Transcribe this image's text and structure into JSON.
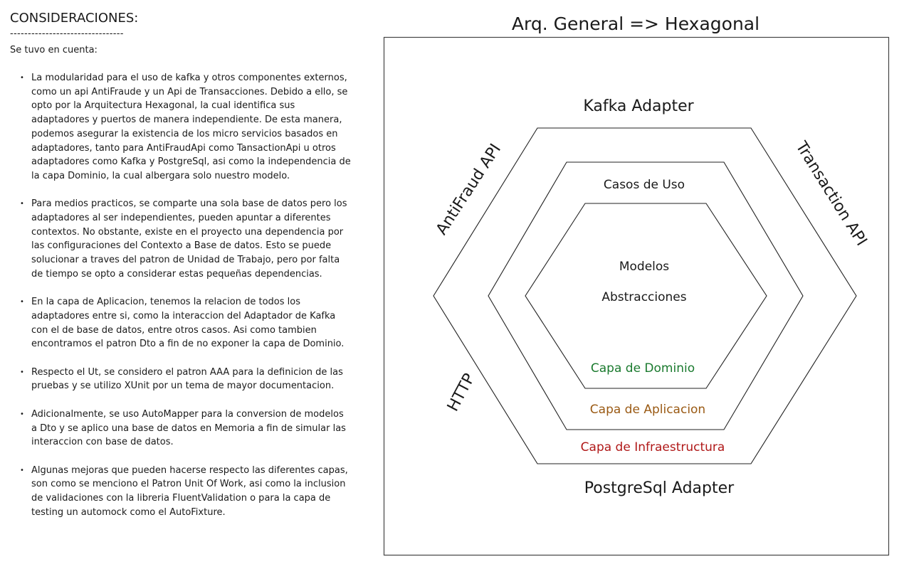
{
  "considerations": {
    "heading": "CONSIDERACIONES:",
    "divider": "--------------------------------",
    "intro": "Se tuvo en cuenta:",
    "points": [
      "La modularidad para el uso de kafka y otros componentes externos, como un api AntiFraude y un Api de Transacciones. Debido a ello, se opto por la Arquitectura Hexagonal, la cual identifica sus adaptadores y puertos de manera independiente. De esta manera, podemos asegurar la existencia de los micro servicios basados en adaptadores, tanto para AntiFraudApi como TansactionApi u otros adaptadores como Kafka y PostgreSql, asi como la independencia de la capa Dominio, la cual albergara solo nuestro modelo.",
      "Para medios practicos, se comparte una sola base de datos pero los adaptadores al ser independientes, pueden apuntar a diferentes contextos. No obstante, existe en el proyecto una dependencia por las configuraciones del Contexto a Base de datos. Esto se puede solucionar a traves del patron de Unidad de Trabajo, pero por falta de tiempo se opto a considerar estas pequeñas dependencias.",
      "En la capa de Aplicacion, tenemos la relacion de todos los adaptadores entre si, como la interaccion del Adaptador de Kafka con el de base de datos, entre otros casos. Asi como tambien encontramos el patron Dto a fin de no exponer la capa de Dominio.",
      "Respecto el Ut, se considero el patron AAA para la definicion de las pruebas y se utilizo XUnit por un tema de mayor documentacion.",
      "Adicionalmente, se uso AutoMapper para la conversion de modelos a Dto y se aplico una base de datos en Memoria a fin de simular las interaccion con base de datos.",
      "Algunas mejoras que pueden hacerse respecto las diferentes capas, son como se menciono el Patron Unit Of Work, asi como la inclusion de validaciones con la libreria FluentValidation o para la capa de testing un automock como el AutoFixture."
    ]
  },
  "diagram": {
    "title": "Arq. General => Hexagonal",
    "kafka": "Kafka Adapter",
    "postgres": "PostgreSql Adapter",
    "antifraud": "AntiFraud API",
    "transaction": "Transaction API",
    "http": "HTTP",
    "casos": "Casos de Uso",
    "modelos": "Modelos",
    "abstracciones": "Abstracciones",
    "dominio": "Capa de Dominio",
    "aplicacion": "Capa de Aplicacion",
    "infraestructura": "Capa de Infraestructura",
    "colors": {
      "dominio": "#1a7a2e",
      "aplicacion": "#9a5a14",
      "infraestructura": "#b01818"
    }
  }
}
